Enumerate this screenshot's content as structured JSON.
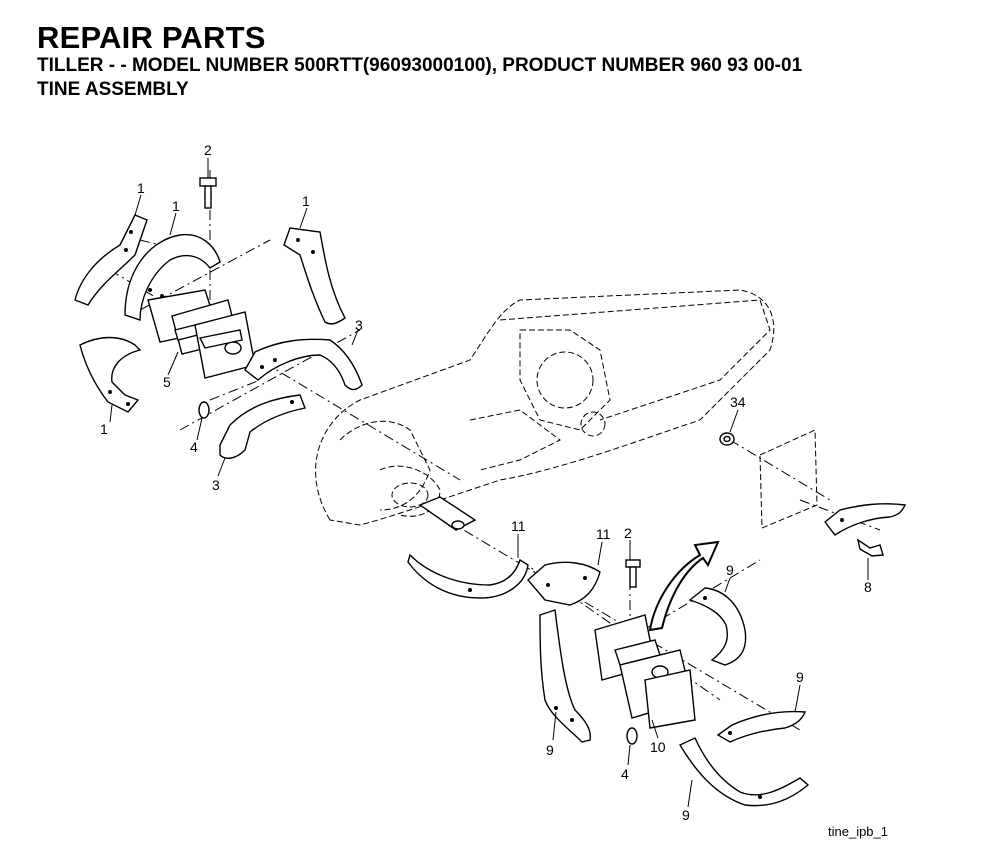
{
  "header": {
    "title": "REPAIR PARTS",
    "subtitle": "TILLER - - MODEL NUMBER 500RTT(96093000100), PRODUCT NUMBER 960 93 00-01",
    "section": "TINE ASSEMBLY"
  },
  "callouts": {
    "c1a": "1",
    "c1b": "1",
    "c1c": "1",
    "c1d": "1",
    "c2a": "2",
    "c2b": "2",
    "c3a": "3",
    "c3b": "3",
    "c4a": "4",
    "c4b": "4",
    "c5": "5",
    "c8": "8",
    "c9a": "9",
    "c9b": "9",
    "c9c": "9",
    "c9d": "9",
    "c10": "10",
    "c11a": "11",
    "c11b": "11",
    "c34": "34"
  },
  "figure_id": "tine_ipb_1"
}
